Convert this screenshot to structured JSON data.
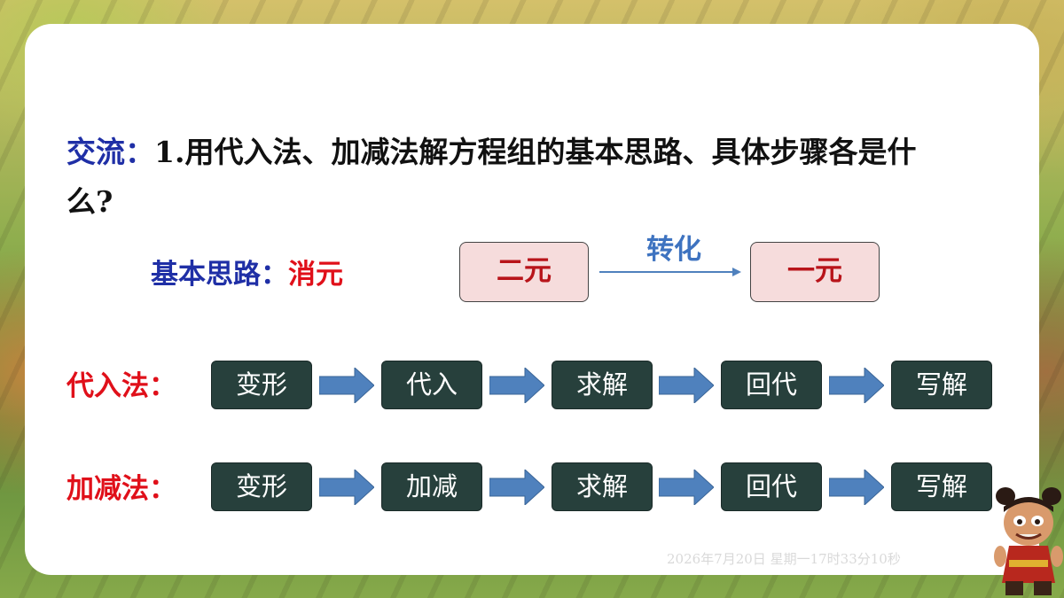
{
  "question": {
    "label": "交流：",
    "text": "1.用代入法、加减法解方程组的基本思路、具体步骤各是什么?"
  },
  "principle": {
    "label": "基本思路：",
    "value": "消元",
    "from": "二元",
    "convert": "转化",
    "to": "一元"
  },
  "methods": [
    {
      "label": "代入法：",
      "steps": [
        "变形",
        "代入",
        "求解",
        "回代",
        "写解"
      ]
    },
    {
      "label": "加减法：",
      "steps": [
        "变形",
        "加减",
        "求解",
        "回代",
        "写解"
      ]
    }
  ],
  "watermark": "2026年7月20日 星期一17时33分10秒",
  "colors": {
    "accent_blue": "#1f2fa6",
    "accent_red": "#e0101a",
    "step_bg": "#27403c",
    "arrow_blue": "#4f81bd",
    "pink_box": "#f6dcdc"
  }
}
